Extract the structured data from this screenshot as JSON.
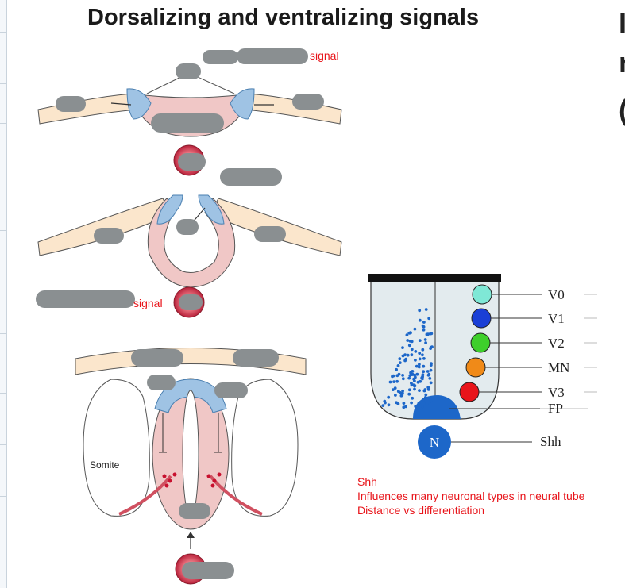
{
  "slide": {
    "title": "Dorsalizing and ventralizing signals",
    "dorsal_signal_fragment": "signal",
    "ventral_signal_fragment": "signal",
    "somite_label": "Somite",
    "notes": [
      "Shh",
      "Influences many neuronal types in neural tube",
      "Distance vs differentiation"
    ],
    "cutoff_glyphs": [
      "I",
      "r",
      "("
    ]
  },
  "neural_tube_diagram": {
    "domains": [
      {
        "label": "V0",
        "color": "#7fe8d6"
      },
      {
        "label": "V1",
        "color": "#1a3fd6"
      },
      {
        "label": "V2",
        "color": "#3ecf2b"
      },
      {
        "label": "MN",
        "color": "#f08a18"
      },
      {
        "label": "V3",
        "color": "#e8141a"
      }
    ],
    "floor_plate_label": "FP",
    "notochord_letter": "N",
    "notochord_signal": "Shh"
  },
  "colors": {
    "redacted": "#8a8f91",
    "neural_plate": "#f0c7c6",
    "bmp_blue": "#9fc3e4",
    "ectoderm": "#fbe6cc",
    "red_note": "#e8141a"
  }
}
